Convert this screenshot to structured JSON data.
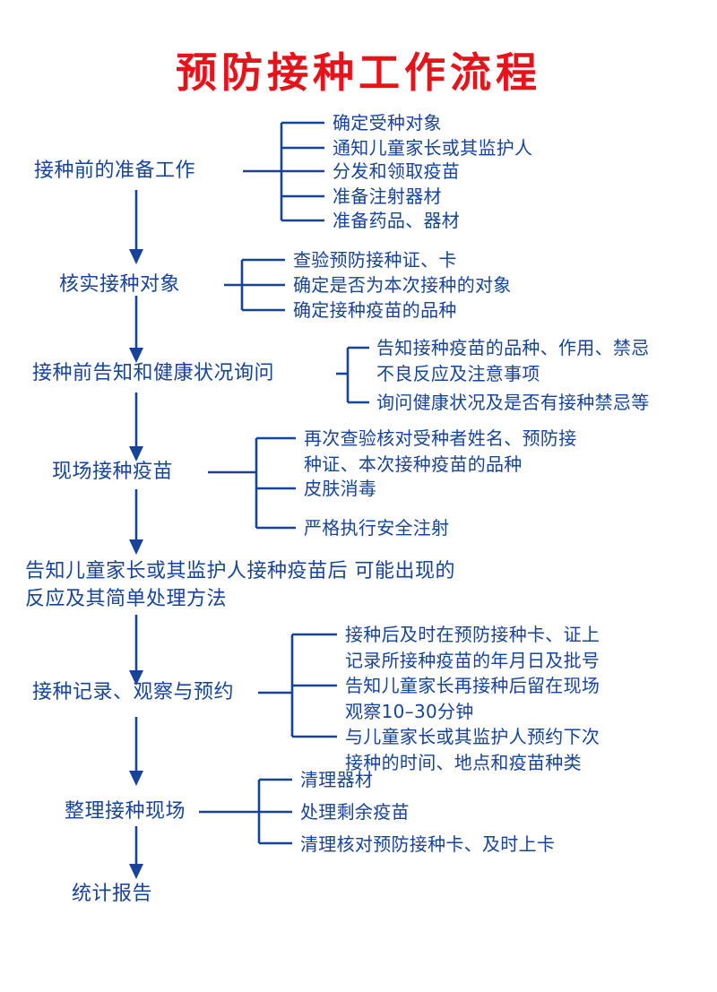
{
  "meta": {
    "title": "预防接种工作流程",
    "title_color": "#e8131a",
    "line_color": "#17439b",
    "text_color": "#17439b",
    "background": "#ffffff"
  },
  "steps": [
    {
      "id": "step-1",
      "label": "接种前的准备工作",
      "items": [
        "确定受种对象",
        "通知儿童家长或其监护人",
        "分发和领取疫苗",
        "准备注射器材",
        "准备药品、器材"
      ]
    },
    {
      "id": "step-2",
      "label": "核实接种对象",
      "items": [
        "查验预防接种证、卡",
        "确定是否为本次接种的对象",
        "确定接种疫苗的品种"
      ]
    },
    {
      "id": "step-3",
      "label": "接种前告知和健康状况询问",
      "items": [
        "告知接种疫苗的品种、作用、禁忌\n不良反应及注意事项",
        "询问健康状况及是否有接种禁忌等"
      ]
    },
    {
      "id": "step-4",
      "label": "现场接种疫苗",
      "items": [
        "再次查验核对受种者姓名、预防接\n种证、本次接种疫苗的品种",
        "皮肤消毒",
        "严格执行安全注射"
      ]
    },
    {
      "id": "step-5",
      "label": "告知儿童家长或其监护人接种疫苗后\n可能出现的反应及其简单处理方法",
      "items": []
    },
    {
      "id": "step-6",
      "label": "接种记录、观察与预约",
      "items": [
        "接种后及时在预防接种卡、证上\n记录所接种疫苗的年月日及批号",
        "告知儿童家长再接种后留在现场\n观察10–30分钟",
        "与儿童家长或其监护人预约下次\n接种的时间、地点和疫苗种类"
      ]
    },
    {
      "id": "step-7",
      "label": "整理接种现场",
      "items": [
        "清理器材",
        "处理剩余疫苗",
        "清理核对预防接种卡、及时上卡"
      ]
    },
    {
      "id": "step-8",
      "label": "统计报告",
      "items": []
    }
  ]
}
